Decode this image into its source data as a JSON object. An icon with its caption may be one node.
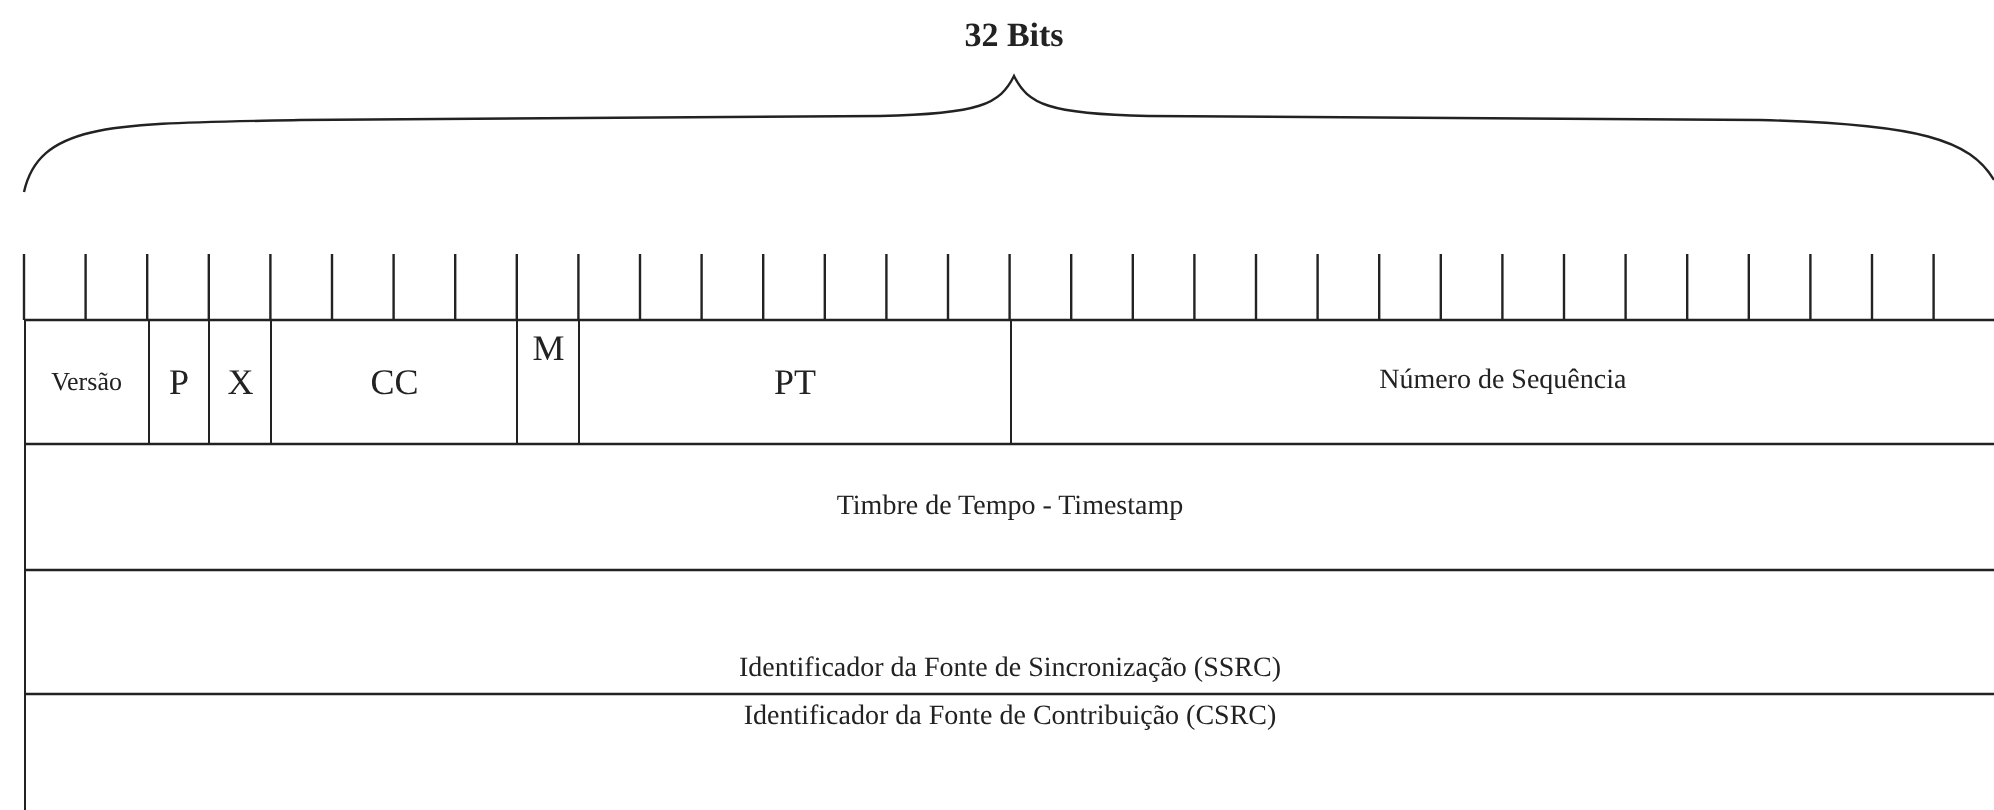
{
  "diagram": {
    "nodes": [
      {
        "text": [
          "Versão"
        ]
      },
      {
        "text": [
          "P"
        ]
      },
      {
        "text": [
          "X"
        ]
      },
      {
        "text": [
          "CC"
        ]
      },
      {
        "text": [
          "M"
        ]
      },
      {
        "text": [
          "PT"
        ]
      },
      {
        "text": [
          "Número de Sequência"
        ]
      },
      {
        "text": [
          "Timbre de Tempo - Timestamp"
        ]
      },
      {
        "text": [
          "Identificador da Fonte de Sincronização (SSRC)"
        ]
      },
      {
        "text": [
          "Identificador da Fonte de Contribuição (CSRC)"
        ]
      }
    ],
    "edges": [],
    "labels": [
      "32 Bits"
    ]
  }
}
